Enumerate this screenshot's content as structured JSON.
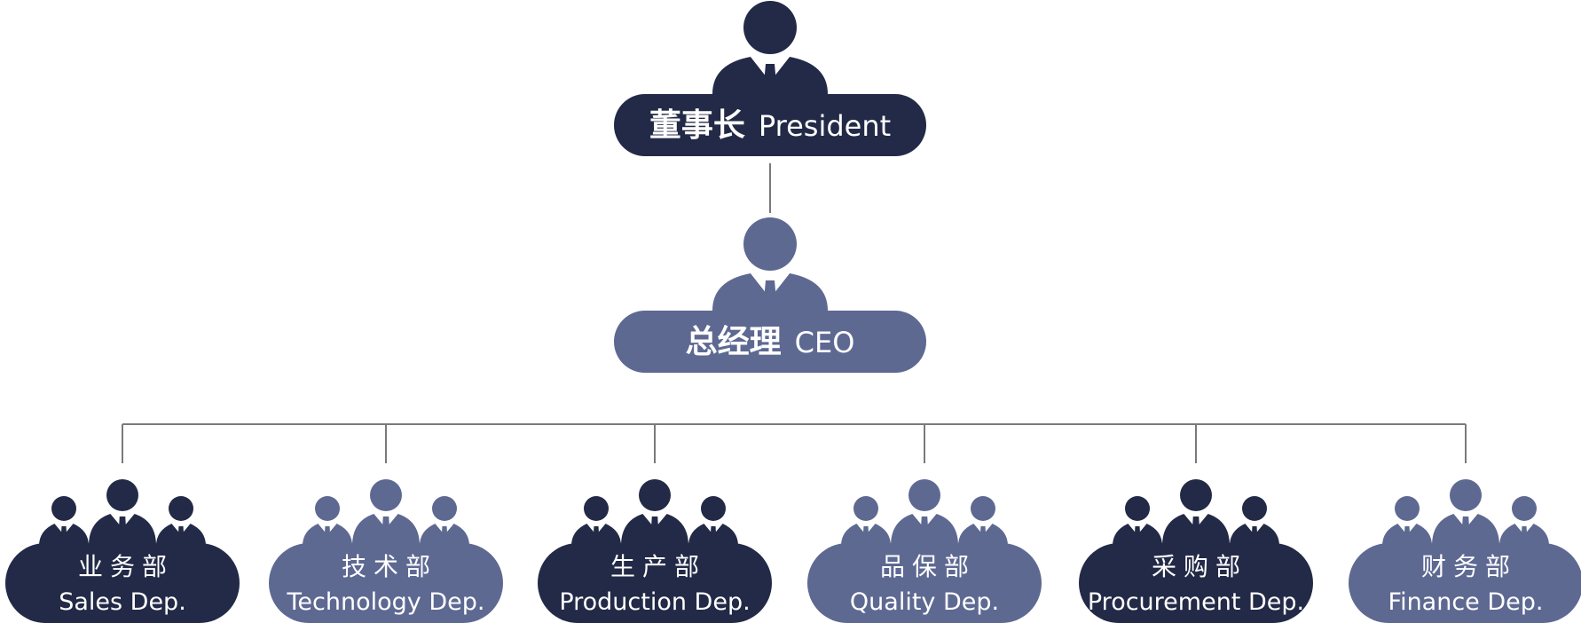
{
  "colors": {
    "dark": "#232a47",
    "medium": "#5e6992",
    "line": "#7a7a7a"
  },
  "president": {
    "title_zh": "董事长",
    "title_en": "President",
    "color": "dark",
    "icon": "person-icon"
  },
  "ceo": {
    "title_zh": "总经理",
    "title_en": "CEO",
    "color": "medium",
    "icon": "person-icon"
  },
  "departments": [
    {
      "name_zh": "业务部",
      "name_en": "Sales Dep.",
      "color": "dark",
      "icon": "group-icon"
    },
    {
      "name_zh": "技术部",
      "name_en": "Technology Dep.",
      "color": "medium",
      "icon": "group-icon"
    },
    {
      "name_zh": "生产部",
      "name_en": "Production Dep.",
      "color": "dark",
      "icon": "group-icon"
    },
    {
      "name_zh": "品保部",
      "name_en": "Quality Dep.",
      "color": "medium",
      "icon": "group-icon"
    },
    {
      "name_zh": "采购部",
      "name_en": "Procurement Dep.",
      "color": "dark",
      "icon": "group-icon"
    },
    {
      "name_zh": "财务部",
      "name_en": "Finance Dep.",
      "color": "medium",
      "icon": "group-icon"
    }
  ]
}
